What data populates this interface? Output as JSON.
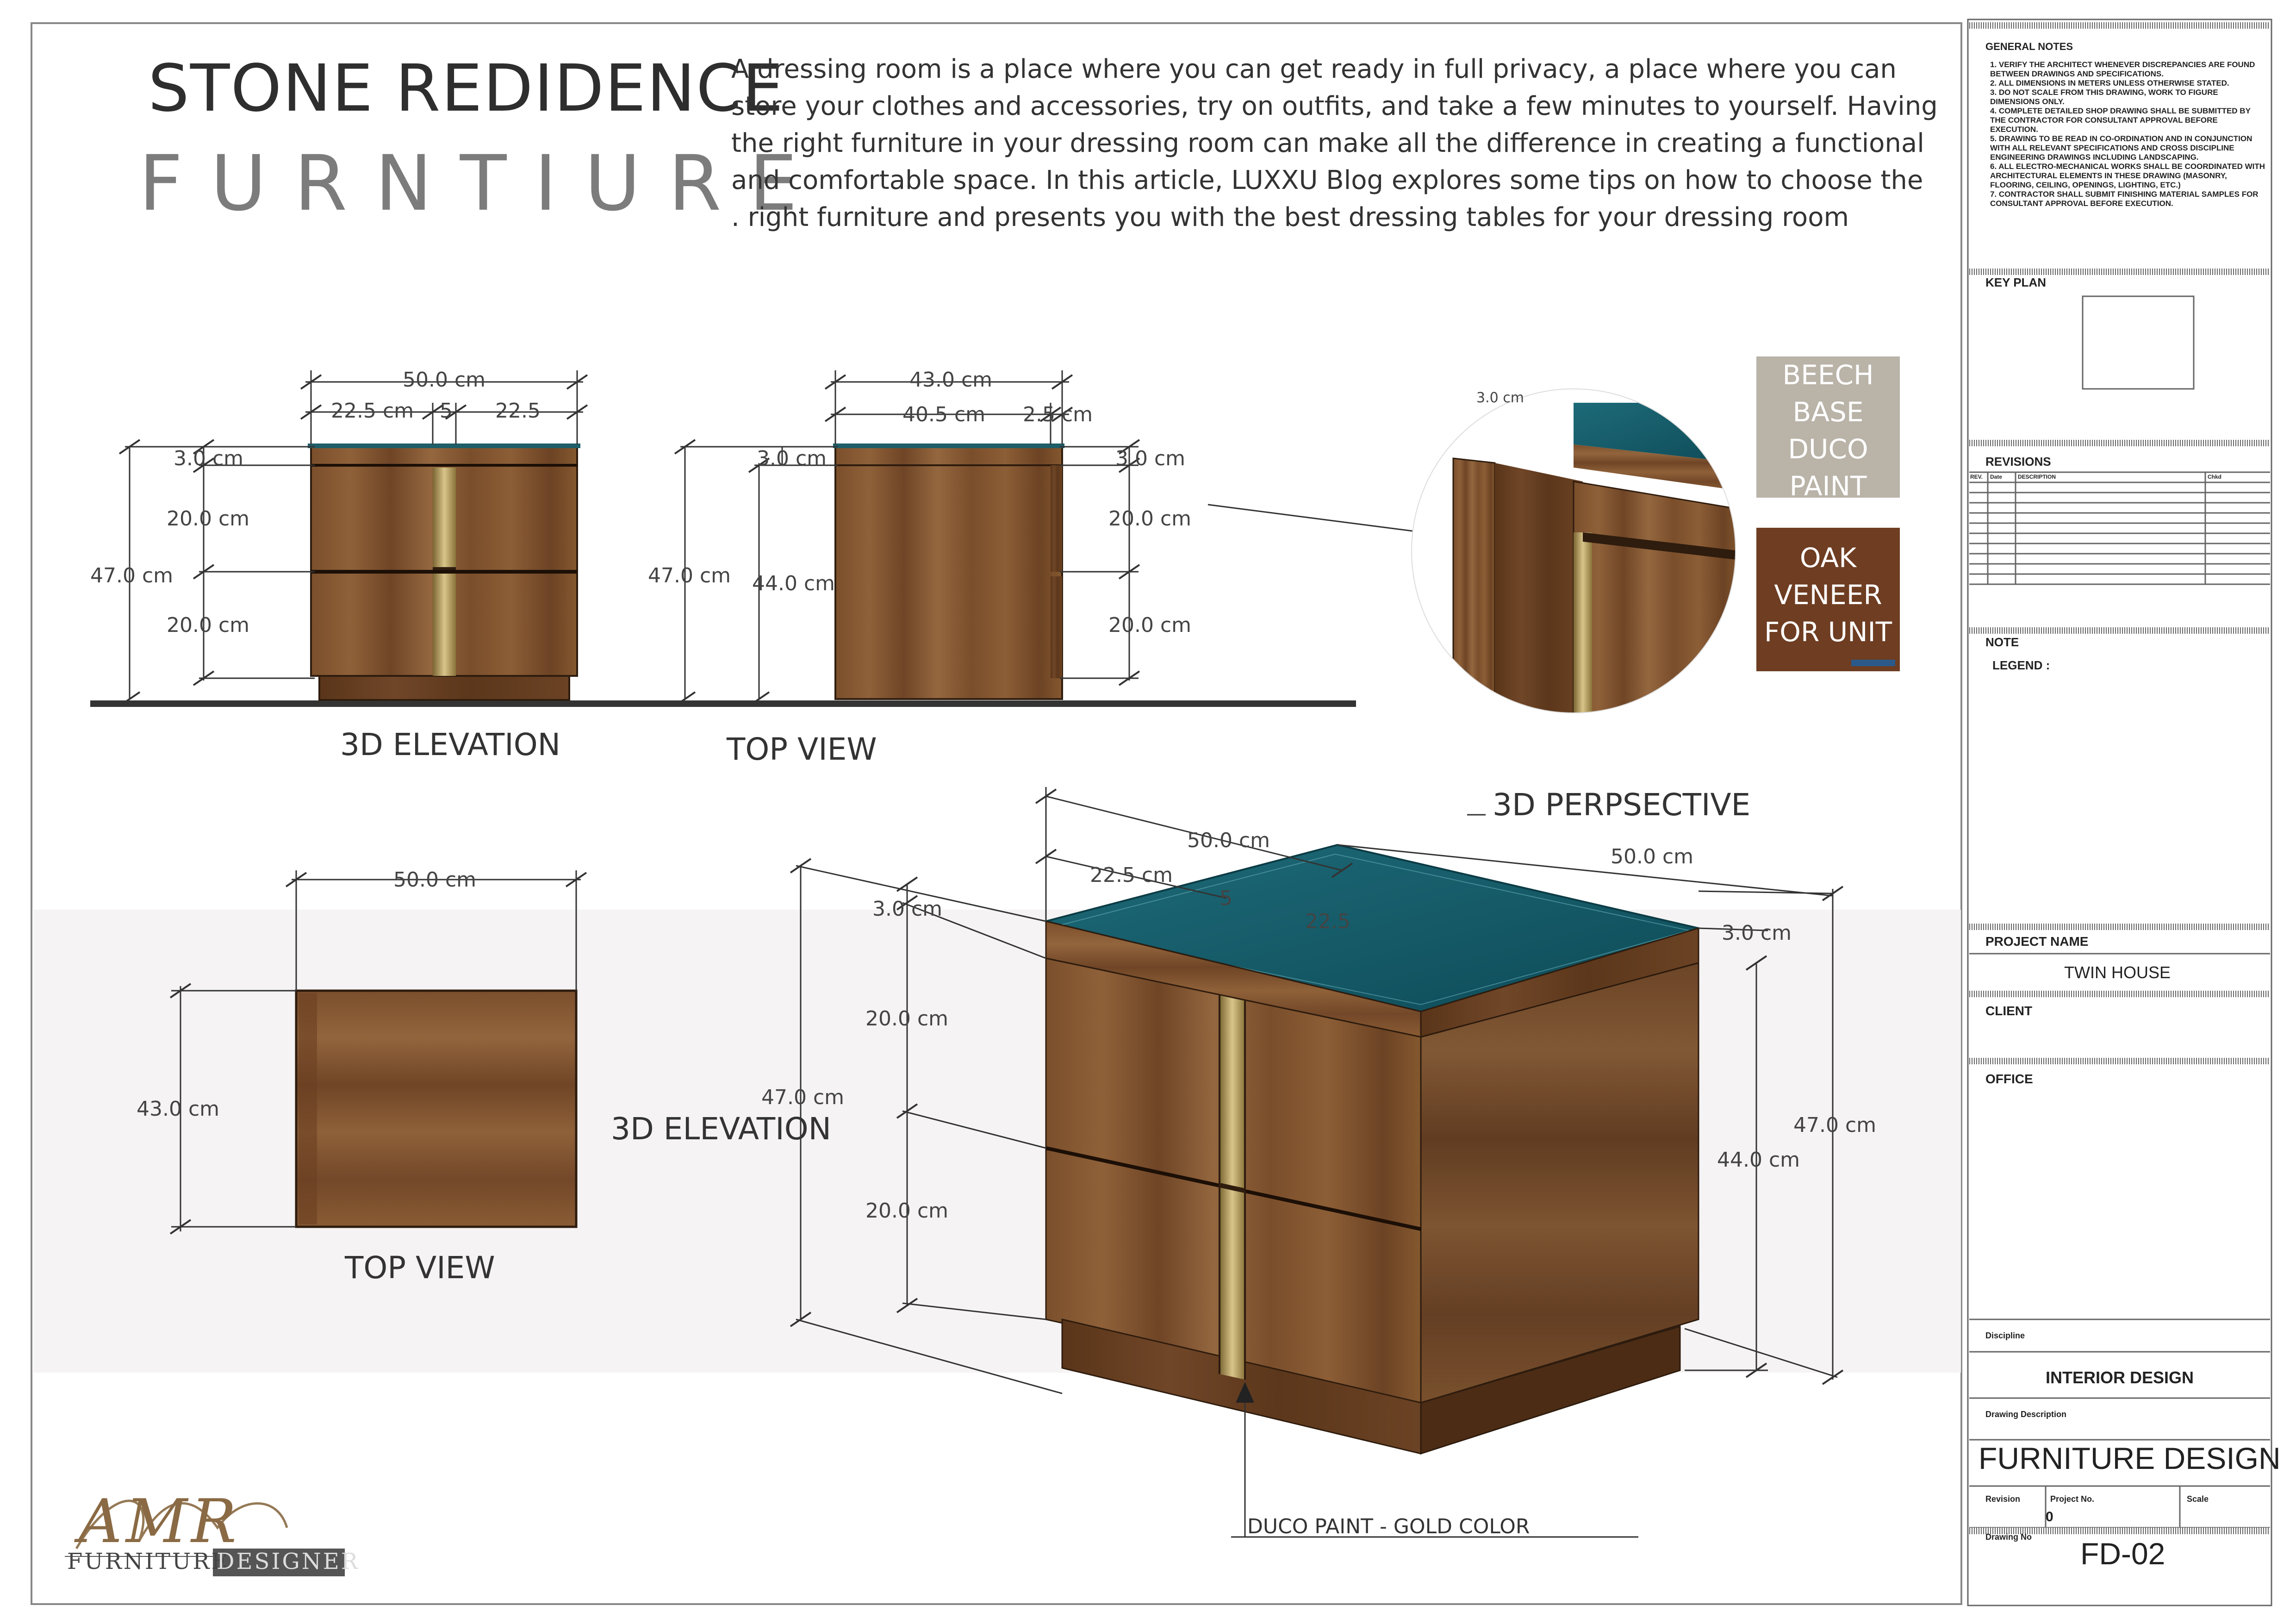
{
  "header": {
    "title_line1": "STONE REDIDENCE",
    "title_line2": "FURNTIURE",
    "intro_lines": [
      "A dressing room is a place where you can get ready in full privacy, a place where you can",
      "store your clothes and accessories, try on outfits, and take a few minutes to yourself. Having",
      "the right furniture in your dressing room can make all the difference in creating a functional",
      "and comfortable space. In this article, LUXXU Blog explores some tips on how to choose the",
      ". right furniture and presents you with the best dressing tables for your dressing room"
    ]
  },
  "views": {
    "front": {
      "caption": "3D ELEVATION",
      "dims": {
        "width": "50.0 cm",
        "left": "22.5 cm",
        "mid": "5",
        "right": "22.5",
        "top": "3.0 cm",
        "d1": "20.0 cm",
        "d2": "20.0 cm",
        "height": "47.0 cm"
      }
    },
    "side": {
      "caption": "TOP VIEW",
      "dims": {
        "width": "43.0 cm",
        "inner": "40.5 cm",
        "edge": "2.5 cm",
        "top_left": "3.0 cm",
        "top_right": "3.0 cm",
        "height": "47.0 cm",
        "inner_height": "44.0 cm",
        "d1": "20.0 cm",
        "d2": "20.0 cm"
      }
    },
    "detail_label": "3.0 cm",
    "top": {
      "caption": "TOP VIEW",
      "dims": {
        "width": "50.0 cm",
        "depth": "43.0 cm"
      }
    },
    "perspective": {
      "title": "3D PERPSECTIVE",
      "side_caption": "3D ELEVATION",
      "callout": "DUCO PAINT - GOLD COLOR",
      "dims": {
        "front_width": "50.0 cm",
        "side_width": "50.0 cm",
        "left": "22.5 cm",
        "mid": "5",
        "right": "22.5",
        "top_left": "3.0 cm",
        "top_right": "3.0 cm",
        "d1": "20.0 cm",
        "d2": "20.0 cm",
        "height_left": "47.0 cm",
        "height_right": "47.0 cm",
        "inner_height": "44.0 cm"
      }
    }
  },
  "materials": [
    {
      "lines": [
        "BEECH",
        "BASE",
        "DUCO",
        "PAINT"
      ],
      "color": "#b9b3a8"
    },
    {
      "lines": [
        "OAK",
        "VENEER",
        "FOR UNIT"
      ],
      "color": "#6e3d22"
    }
  ],
  "logo": {
    "mark": "AMR",
    "word1": "FURNITURE",
    "word2": "DESIGNER"
  },
  "title_block": {
    "general_notes_title": "GENERAL NOTES",
    "general_notes": [
      "1.  VERIFY THE ARCHITECT WHENEVER DISCREPANCIES ARE FOUND BETWEEN DRAWINGS AND SPECIFICATIONS.",
      "2.  ALL DIMENSIONS IN METERS UNLESS OTHERWISE STATED.",
      "3.  DO NOT SCALE FROM THIS DRAWING, WORK TO FIGURE DIMENSIONS ONLY.",
      "4.  COMPLETE DETAILED SHOP DRAWING SHALL BE SUBMITTED BY THE CONTRACTOR FOR CONSULTANT APPROVAL BEFORE EXECUTION.",
      "5.  DRAWING TO BE READ IN CO-ORDINATION AND IN CONJUNCTION WITH ALL RELEVANT SPECIFICATIONS AND CROSS DISCIPLINE ENGINEERING DRAWINGS INCLUDING LANDSCAPING.",
      "6.  ALL ELECTRO-MECHANICAL WORKS SHALL BE COORDINATED WITH ARCHITECTURAL ELEMENTS IN THESE DRAWING (MASONRY, FLOORING, CEILING, OPENINGS, LIGHTING, ETC.)",
      "7.  CONTRACTOR SHALL SUBMIT FINISHING MATERIAL SAMPLES FOR CONSULTANT APPROVAL BEFORE EXECUTION."
    ],
    "key_plan": "KEY PLAN",
    "revisions": "REVISIONS",
    "rev_cols": [
      "REV.",
      "Date",
      "DESCRIPTION",
      "Chkd"
    ],
    "note": "NOTE",
    "legend": "LEGEND :",
    "project_name_label": "PROJECT NAME",
    "project_name": "TWIN HOUSE",
    "client_label": "CLIENT",
    "office_label": "OFFICE",
    "discipline_label": "Discipline",
    "discipline": "INTERIOR DESIGN",
    "drawing_desc_label": "Drawing Description",
    "drawing_desc": "FURNITURE DESIGN",
    "revision_label": "Revision",
    "revision": "0",
    "project_no_label": "Project No.",
    "scale_label": "Scale",
    "drawing_no_label": "Drawing No",
    "drawing_no": "FD-02"
  }
}
